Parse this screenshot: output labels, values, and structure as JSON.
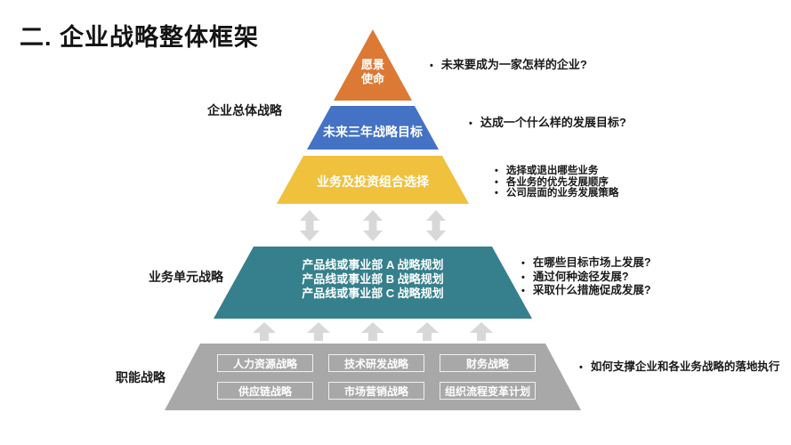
{
  "title": "二. 企业战略整体框架",
  "colors": {
    "orange": "#DC7A35",
    "blue": "#4472C4",
    "yellow": "#EFC13D",
    "teal": "#35808C",
    "gray": "#A8A8A8",
    "arrow": "#D8D8D8",
    "text_dark": "#1A1A1A",
    "text_light": "#FFFFFF"
  },
  "side_labels": {
    "corporate": "企业总体战略",
    "business_unit": "业务单元战略",
    "functional": "职能战略"
  },
  "pyramid": {
    "vision_lines": [
      "愿景",
      "使命"
    ],
    "three_year_goal": "未来三年战略目标",
    "portfolio": "业务及投资组合选择",
    "bu_lines": [
      "产品线或事业部 A 战略规划",
      "产品线或事业部 B 战略规划",
      "产品线或事业部 C 战略规划"
    ],
    "functional_boxes": [
      "人力资源战略",
      "技术研发战略",
      "财务战略",
      "供应链战略",
      "市场营销战略",
      "组织流程变革计划"
    ]
  },
  "annotations": {
    "vision": [
      "未来要成为一家怎样的企业?"
    ],
    "goal": [
      "达成一个什么样的发展目标?"
    ],
    "portfolio": [
      "选择或退出哪些业务",
      "各业务的优先发展顺序",
      "公司层面的业务发展策略"
    ],
    "business_unit": [
      "在哪些目标市场上发展?",
      "通过何种途径发展?",
      "采取什么措施促成发展?"
    ],
    "functional": [
      "如何支撑企业和各业务战略的落地执行"
    ]
  }
}
